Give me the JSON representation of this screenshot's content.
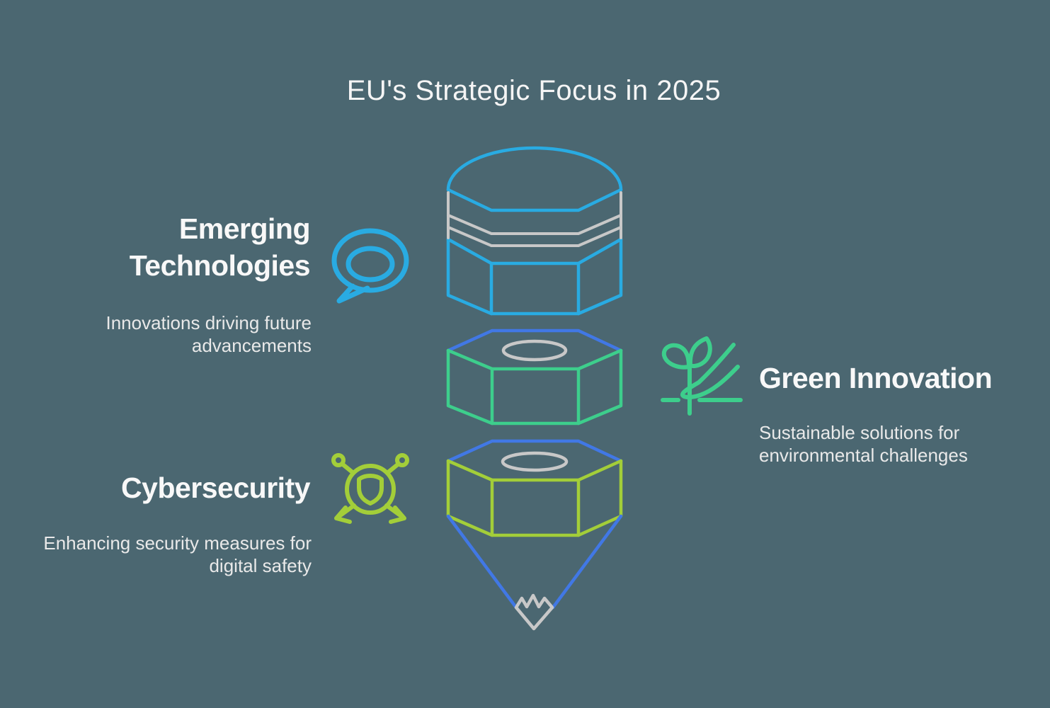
{
  "title": "EU's Strategic Focus in 2025",
  "background_color": "#4B6771",
  "text_color": "#F5F5F5",
  "sections": {
    "emerging": {
      "title": "Emerging Technologies",
      "title_lines": [
        "Emerging",
        "Technologies"
      ],
      "description": "Innovations driving future advancements",
      "desc_lines": [
        "Innovations driving future",
        "advancements"
      ],
      "icon": "speech-bubble-icon",
      "accent_color": "#29ABE2"
    },
    "green": {
      "title": "Green Innovation",
      "description": "Sustainable solutions for environmental challenges",
      "desc_lines": [
        "Sustainable solutions for",
        "environmental challenges"
      ],
      "icon": "sprout-hand-icon",
      "accent_color": "#3DCE8C"
    },
    "cyber": {
      "title": "Cybersecurity",
      "description": "Enhancing security measures for digital safety",
      "desc_lines": [
        "Enhancing security measures for",
        "digital safety"
      ],
      "icon": "shield-network-icon",
      "accent_color": "#A3CE39"
    }
  },
  "funnel": {
    "layers": [
      {
        "name": "top-cap",
        "outline_color": "#29ABE2",
        "band_color": "#C8C8C8"
      },
      {
        "name": "middle-hex-ring",
        "rim_color": "#4178E5",
        "body_color": "#3DCE8C",
        "hole_color": "#C8C8C8"
      },
      {
        "name": "bottom-hex-ring",
        "rim_color": "#4178E5",
        "body_color": "#A3CE39",
        "hole_color": "#C8C8C8"
      },
      {
        "name": "spout-cone",
        "line_color": "#4178E5",
        "tip_color": "#C8C8C8"
      }
    ]
  }
}
